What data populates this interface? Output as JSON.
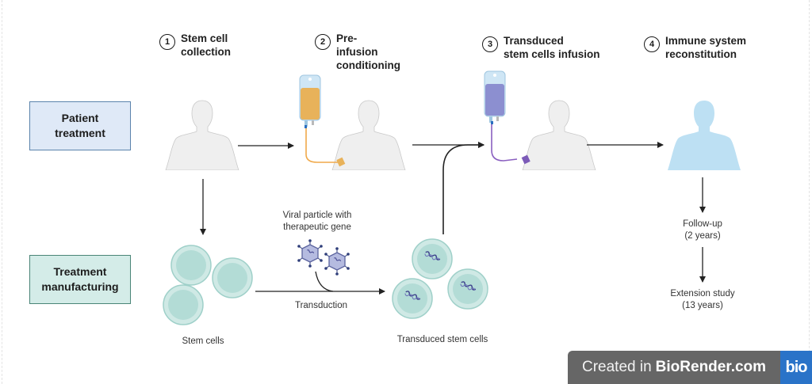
{
  "steps": [
    {
      "number": "1",
      "title": "Stem cell\ncollection"
    },
    {
      "number": "2",
      "title": "Pre-\ninfusion\nconditioning"
    },
    {
      "number": "3",
      "title": "Transduced\nstem cells infusion"
    },
    {
      "number": "4",
      "title": "Immune system\nreconstitution"
    }
  ],
  "rows": {
    "patient": "Patient\ntreatment",
    "manufacturing": "Treatment\nmanufacturing"
  },
  "captions": {
    "viral_particle": "Viral particle with\ntherapeutic gene",
    "transduction": "Transduction",
    "stem_cells": "Stem cells",
    "transduced_cells": "Transduced stem cells",
    "follow_up": "Follow-up\n(2 years)",
    "extension": "Extension study\n(13 years)"
  },
  "colors": {
    "body": "#eeeeee",
    "body_outline": "#c8c8c8",
    "reconstituted_body": "#bde0f3",
    "conditioning_bag": "#e8b25a",
    "cell_bag": "#8c8fd0",
    "cell": "#b7ddd8",
    "cell_outline": "#8fc9c1",
    "virus": "#9aa3d0",
    "patient_box": "#dfe9f7",
    "manufacturing_box": "#d4ece8"
  },
  "watermark": {
    "prefix": "Created in",
    "brand": "BioRender.com",
    "logo": "bio"
  }
}
